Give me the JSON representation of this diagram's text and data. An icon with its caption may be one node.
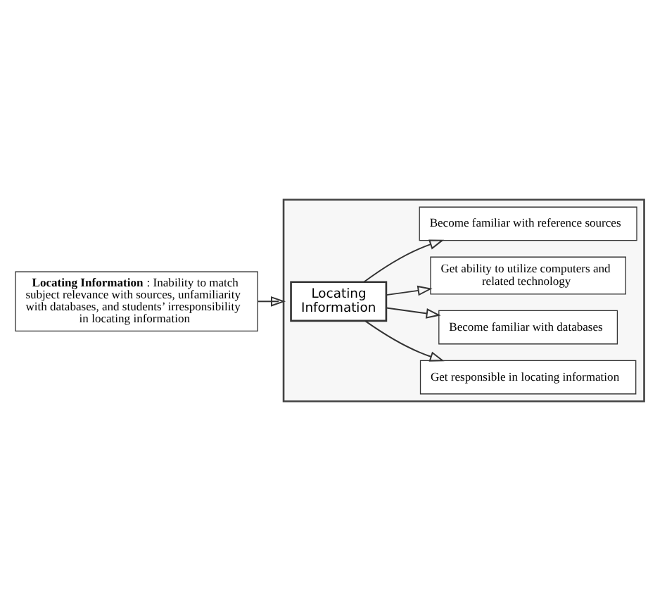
{
  "diagram": {
    "nodes": [
      {
        "text": [
          "**Locating Information**: Inability to match subject relevance with sources, unfamiliarity with databases, and students’ irresponsibility in locating information"
        ]
      },
      {
        "text": [],
        "shape": "box"
      },
      {
        "text": [
          "Locating Information"
        ],
        "in": 1
      },
      {
        "text": [
          "Become familiar with reference sources"
        ],
        "in": 1
      },
      {
        "text": [
          "Get ability to utilize computers and related technology"
        ],
        "in": 1
      },
      {
        "text": [
          "Become familiar with databases"
        ],
        "in": 1
      },
      {
        "text": [
          "Get responsible in locating information"
        ],
        "in": 1
      }
    ],
    "edges": [
      {
        "from": 0,
        "to": 1,
        "arrow": "to"
      },
      {
        "from": 2,
        "to": 3,
        "arrow": "to"
      },
      {
        "from": 2,
        "to": 4,
        "arrow": "to"
      },
      {
        "from": 2,
        "to": 5,
        "arrow": "to"
      },
      {
        "from": 2,
        "to": 6,
        "arrow": "to"
      }
    ]
  }
}
